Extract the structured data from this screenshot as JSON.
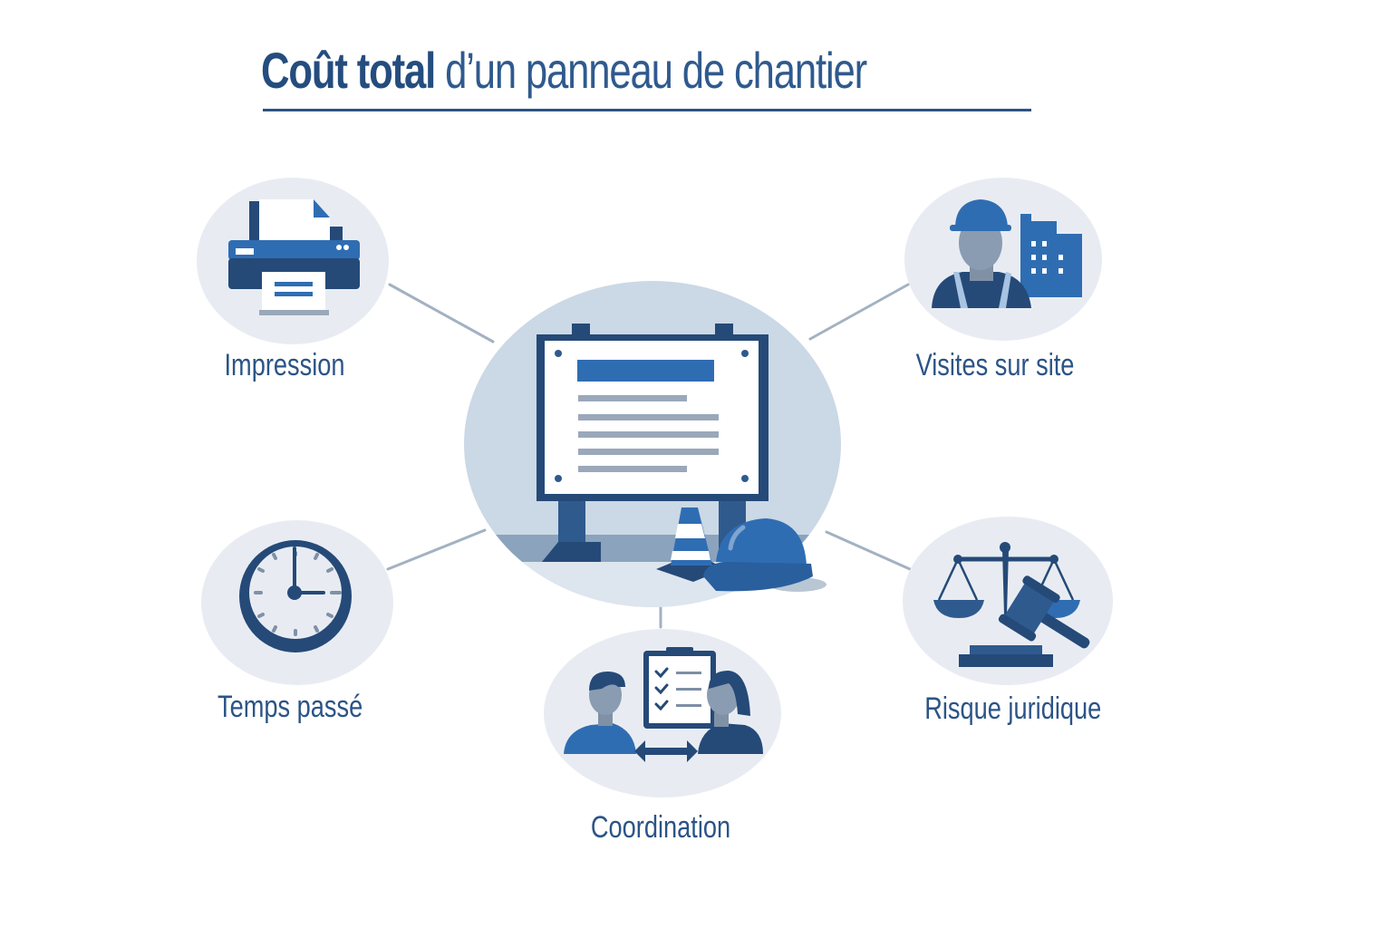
{
  "title": {
    "bold_part": "Coût total",
    "light_part": " d’un panneau de chantier"
  },
  "center": {
    "icon": "construction-sign-icon",
    "accessories": [
      "traffic-cone-icon",
      "hard-hat-icon"
    ]
  },
  "nodes": [
    {
      "id": "impression",
      "label": "Impression",
      "icon": "printer-icon"
    },
    {
      "id": "visites",
      "label": "Visites sur site",
      "icon": "construction-worker-building-icon"
    },
    {
      "id": "temps",
      "label": "Temps passé",
      "icon": "clock-icon"
    },
    {
      "id": "coordination",
      "label": "Coordination",
      "icon": "people-checklist-icon"
    },
    {
      "id": "risque",
      "label": "Risque juridique",
      "icon": "scales-gavel-icon"
    }
  ],
  "colors": {
    "primary_dark": "#254a78",
    "primary": "#2f6db3",
    "bubble_light": "#e8ecf2",
    "center_bubble": "#cbd8e5",
    "connector": "#a3b1c2",
    "grey_line": "#9aa8ba"
  }
}
